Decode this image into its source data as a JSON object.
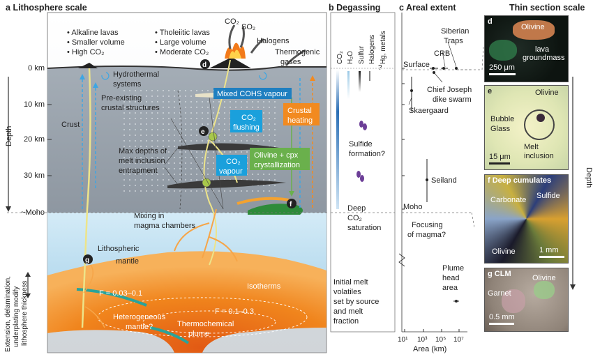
{
  "panels": {
    "a": {
      "letter": "a",
      "title": "Lithosphere scale"
    },
    "b": {
      "letter": "b",
      "title": "Degassing"
    },
    "c": {
      "letter": "c",
      "title": "Areal extent"
    },
    "d": {
      "title": "Thin section scale"
    }
  },
  "lith": {
    "depth_axis_label": "Depth",
    "depth_ticks": [
      "0 km",
      "10 km",
      "20 km",
      "30 km",
      "~Moho"
    ],
    "alkaline": [
      "Alkaline lavas",
      "Smaller volume",
      "High CO₂"
    ],
    "tholeiitic": [
      "Tholeiitic lavas",
      "Large volume",
      "Moderate CO₂"
    ],
    "gases": {
      "co2": "CO₂",
      "so2": "SO₂",
      "halogens": "Halogens",
      "thermo1": "Thermogenic",
      "thermo2": "gases"
    },
    "hydrothermal": [
      "Hydrothermal",
      "systems"
    ],
    "preexisting": [
      "Pre-existing",
      "crustal structures"
    ],
    "crust": "Crust",
    "max_depths": [
      "Max depths of",
      "melt inclusion",
      "entrapment"
    ],
    "mixed_vapour": "Mixed COHS vapour",
    "co2_flushing": [
      "CO₂",
      "flushing"
    ],
    "co2_vapour": [
      "CO₂",
      "vapour"
    ],
    "crustal_heating": [
      "Crustal",
      "heating"
    ],
    "olivine_cpx": [
      "Olivine + cpx",
      "crystallization"
    ],
    "mixing": [
      "Mixing in",
      "magma chambers"
    ],
    "lith_mantle": [
      "Lithospheric",
      "mantle"
    ],
    "f1": "F = 0.03–0.1",
    "f2": "F = 0.1–0.3",
    "isotherms": "Isotherms",
    "hetero": [
      "Heterogeneous",
      "mantle?"
    ],
    "thermochem": [
      "Thermochemical",
      "plume"
    ],
    "ext_label": [
      "Extension, delamination,",
      "underplating modify",
      "lithosphere thickness"
    ],
    "markers": {
      "d": "d",
      "e": "e",
      "f": "f",
      "g": "g"
    }
  },
  "degassing": {
    "columns": [
      "CO₂",
      "H₂O",
      "Sulfur",
      "Halogens",
      "Hg, metals"
    ],
    "question": "?",
    "sulfide": [
      "Sulfide",
      "formation?"
    ],
    "deep_co2": [
      "Deep",
      "CO₂",
      "saturation"
    ],
    "initial": [
      "Initial melt",
      "volatiles",
      "set by source",
      "and melt",
      "fraction"
    ]
  },
  "areal": {
    "surface": "Surface",
    "moho": "Moho",
    "siberian": [
      "Siberian",
      "Traps"
    ],
    "crb": "CRB",
    "chief": [
      "Chief Joseph",
      "dike swarm"
    ],
    "skaergaard": "Skaergaard",
    "seiland": "Seiland",
    "focusing": [
      "Focusing",
      "of magma?"
    ],
    "plume": [
      "Plume",
      "head",
      "area"
    ],
    "x_ticks": [
      "10¹",
      "10³",
      "10⁵",
      "10⁷"
    ],
    "x_label": "Area (km)"
  },
  "micro": {
    "d": {
      "letter": "d",
      "olivine": "Olivine",
      "lava": [
        "lava",
        "groundmass"
      ],
      "scale": "250 μm"
    },
    "e": {
      "letter": "e",
      "olivine": "Olivine",
      "bubble": "Bubble",
      "glass": "Glass",
      "melt": [
        "Melt",
        "inclusion"
      ],
      "scale": "15 μm"
    },
    "f": {
      "letter": "f",
      "title": "Deep cumulates",
      "carbonate": "Carbonate",
      "sulfide": "Sulfide",
      "olivine": "Olivine",
      "scale": "1 mm"
    },
    "g": {
      "letter": "g",
      "title": "CLM",
      "olivine": "Olivine",
      "garnet": "Garnet",
      "scale": "0.5 mm"
    },
    "depth_label": "Depth"
  },
  "colors": {
    "crust": "#9aa3ad",
    "mantle_upper": "#c9e6f5",
    "asthenosphere": "#f08a1a",
    "co2_box": "#1aa0dc",
    "mixed_box": "#1f7fc0",
    "heating_box": "#f28a20",
    "olivine_box": "#6ab04c"
  }
}
